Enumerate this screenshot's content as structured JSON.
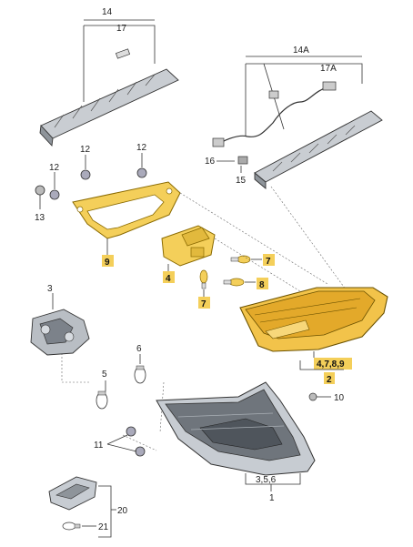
{
  "labels": {
    "p14": "14",
    "p17_top": "17",
    "p14A": "14A",
    "p17A": "17A",
    "p16": "16",
    "p15": "15",
    "p12_a": "12",
    "p12_b": "12",
    "p12_c": "12",
    "p13": "13",
    "p9": "9",
    "p4": "4",
    "p7_a": "7",
    "p7_b": "7",
    "p8": "8",
    "p3": "3",
    "p6": "6",
    "p5": "5",
    "p478_9": "4,7,8,9",
    "p2": "2",
    "p10": "10",
    "p11": "11",
    "p356": "3,5,6",
    "p1": "1",
    "p20": "20",
    "p21": "21"
  },
  "colors": {
    "highlight": "#f4cf5a",
    "highlight_stroke": "#c99a00",
    "part_grey": "#b7bcc2",
    "part_dark": "#6f757c",
    "lamp_amber": "#e9b63a"
  }
}
